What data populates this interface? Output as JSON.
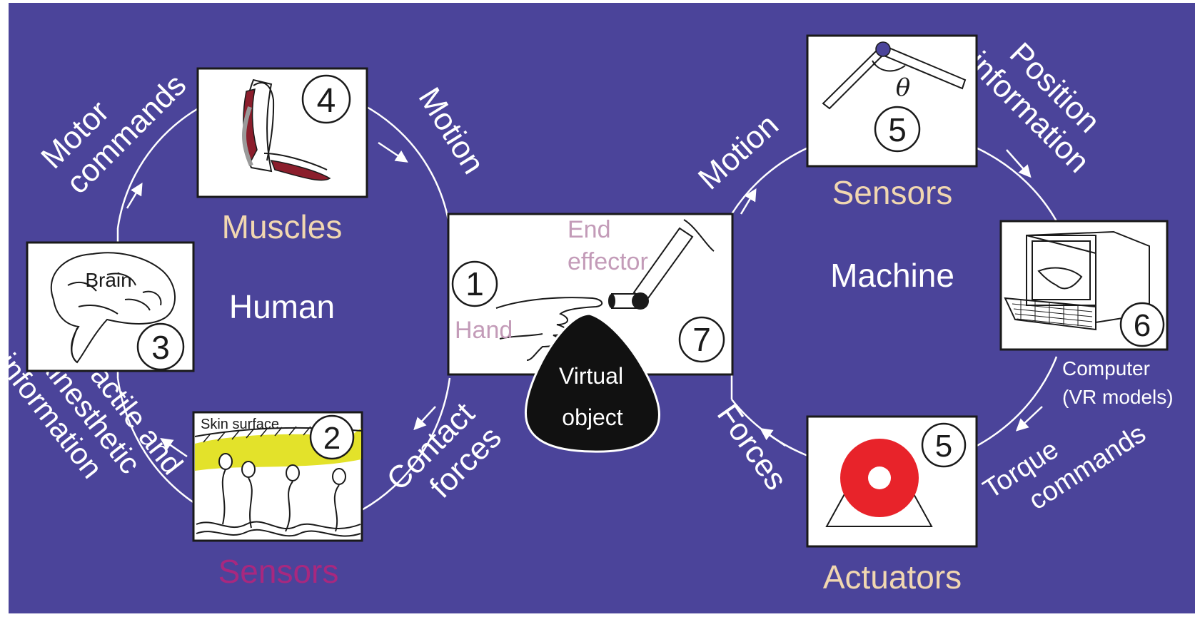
{
  "colors": {
    "background": "#4b449a",
    "white_text": "#ffffff",
    "beige_text": "#f1d7b0",
    "magenta_text": "#a8287f",
    "mauve_text": "#c39bb8",
    "skin_yellow": "#e3e22a",
    "actuator_red": "#e8232a",
    "muscle_red": "#8b1e2c"
  },
  "human": {
    "title": "Human",
    "muscles_label": "Muscles",
    "sensors_label": "Sensors",
    "brain_label": "Brain",
    "skin_label": "Skin surface",
    "flow_motor_commands": [
      "Motor",
      "commands"
    ],
    "flow_motion": "Motion",
    "flow_contact_forces": [
      "Contact",
      "forces"
    ],
    "flow_tactile": [
      "Tactile and",
      "kinesthetic",
      "information"
    ]
  },
  "center": {
    "end_effector_label": [
      "End",
      "effector"
    ],
    "hand_label": "Hand",
    "virtual_object_label": [
      "Virtual",
      "object"
    ]
  },
  "machine": {
    "title": "Machine",
    "sensors_label": "Sensors",
    "actuators_label": "Actuators",
    "computer_label": [
      "Computer",
      "(VR models)"
    ],
    "theta_label": "θ",
    "flow_motion": "Motion",
    "flow_position": [
      "Position",
      "information"
    ],
    "flow_torque": [
      "Torque",
      "commands"
    ],
    "flow_forces": "Forces"
  },
  "numbers": {
    "hand": "1",
    "skin_sensors": "2",
    "brain": "3",
    "muscles": "4",
    "position_sensor": "5",
    "actuator": "5",
    "computer": "6",
    "end_effector": "7"
  }
}
